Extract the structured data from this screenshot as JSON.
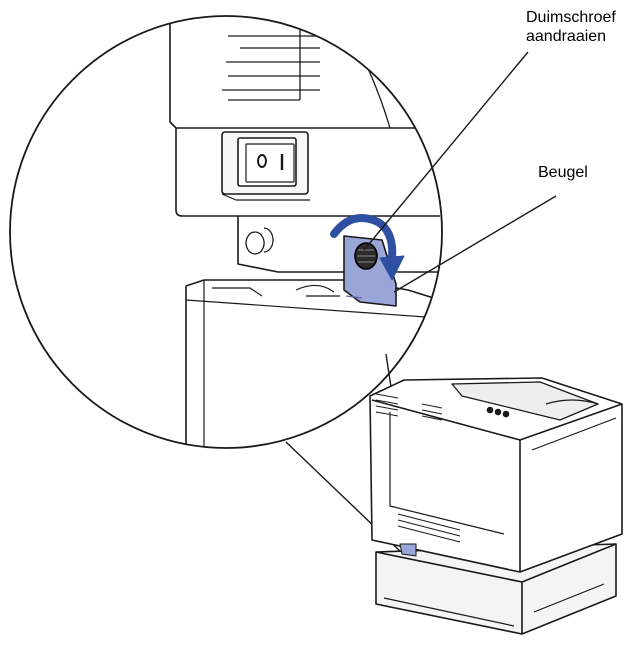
{
  "callouts": {
    "thumbscrew_line1": "Duimschroef",
    "thumbscrew_line2": "aandraaien",
    "bracket": "Beugel"
  },
  "colors": {
    "outline": "#1a1a1a",
    "shadow": "#e6e6e6",
    "bracket_fill": "#9aa6d8",
    "bracket_dark": "#5a67a8",
    "arrow": "#2f4fa3"
  }
}
